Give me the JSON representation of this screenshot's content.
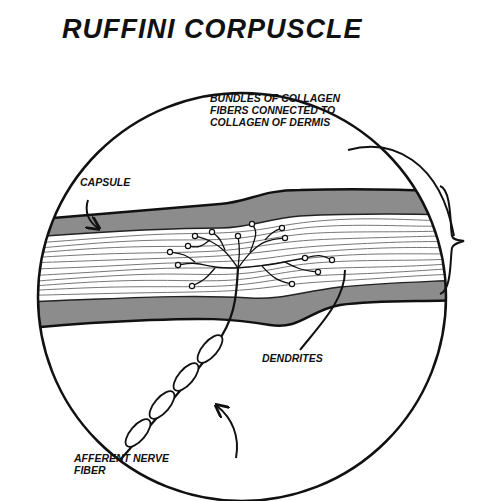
{
  "diagram": {
    "title": "RUFFINI CORPUSCLE",
    "labels": [
      "BUNDLES OF COLLAGEN FIBERS CONNECTED TO COLLAGEN OF DERMIS",
      "CAPSULE",
      "DENDRITES",
      "AFFERENT NERVE FIBER"
    ]
  }
}
